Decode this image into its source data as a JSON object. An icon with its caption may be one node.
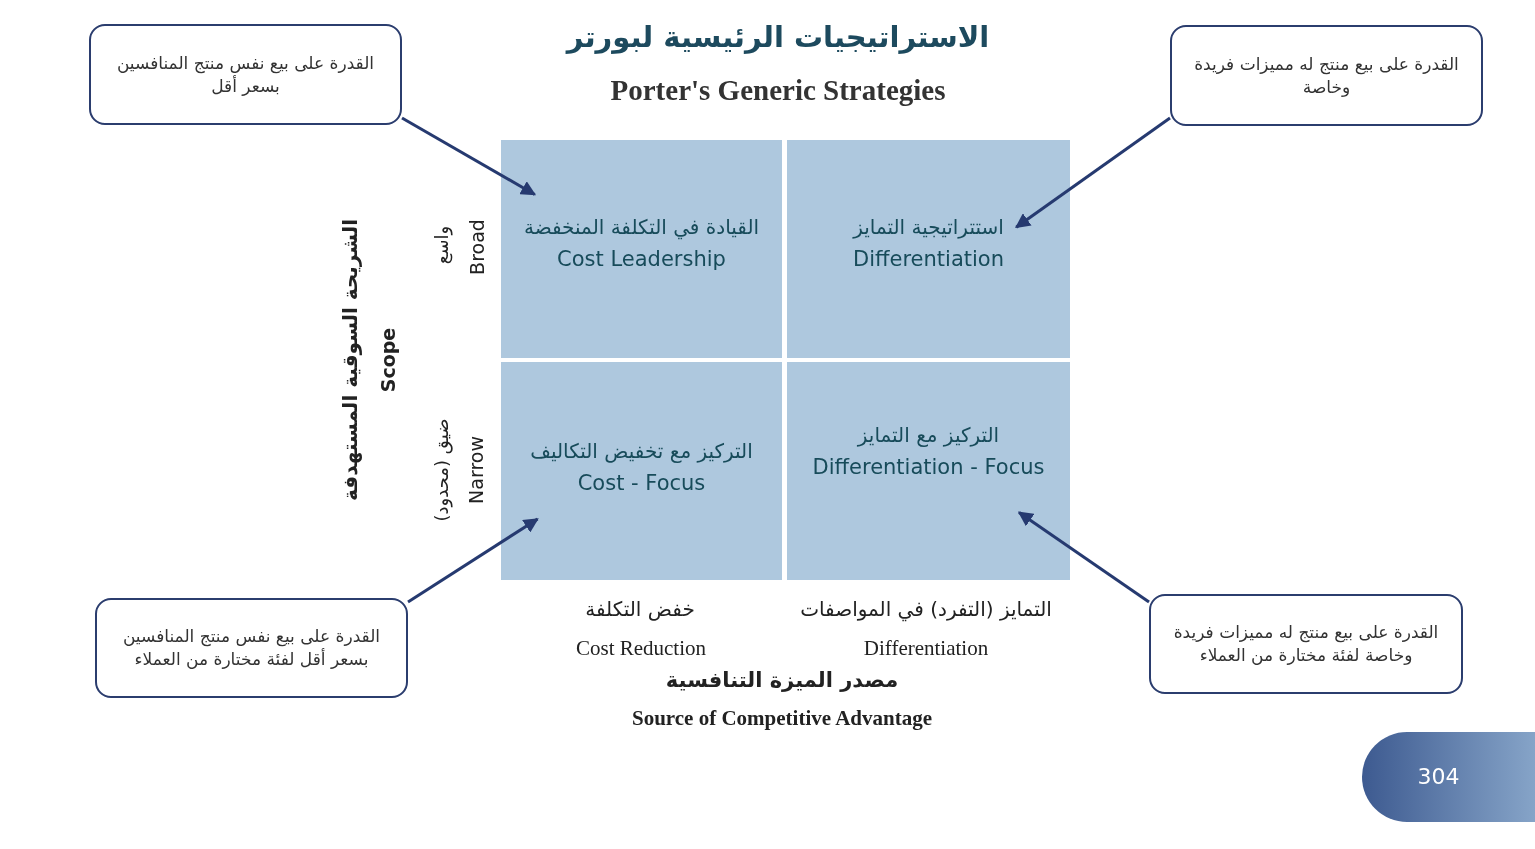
{
  "diagram": {
    "title": "الاستراتيجيات الرئيسية لبورتر",
    "nodes": [
      {
        "text": [
          "القدرة على بيع نفس منتج المنافسين بسعر أقل"
        ]
      },
      {
        "text": [
          "القدرة على بيع منتج له مميزات فريدة وخاصة"
        ]
      },
      {
        "text": [
          "القيادة في التكلفة المنخفضة",
          "Cost Leadership"
        ]
      },
      {
        "text": [
          "استتراتيجية التمايز",
          "Differentiation"
        ]
      },
      {
        "text": [
          "التركيز مع تخفيض التكاليف",
          "Cost - Focus"
        ]
      },
      {
        "text": [
          "التركيز مع التمايز",
          "Differentiation - Focus"
        ]
      },
      {
        "text": [
          "القدرة على بيع نفس منتج المنافسين بسعر أقل لفئة مختارة من العملاء"
        ]
      },
      {
        "text": [
          "القدرة على بيع منتج له مميزات فريدة وخاصة لفئة مختارة من العملاء"
        ]
      }
    ],
    "edges": [
      {
        "from": 0,
        "to": 2,
        "arrow": "to"
      },
      {
        "from": 1,
        "to": 3,
        "arrow": "to"
      },
      {
        "from": 6,
        "to": 4,
        "arrow": "to"
      },
      {
        "from": 7,
        "to": 5,
        "arrow": "to"
      }
    ],
    "labels": [
      "Porter's Generic Strategies",
      "الشريحة السوقية المستهدفة",
      "Scope",
      "واسع",
      "Broad",
      "ضيق (محدود)",
      "Narrow",
      "خفض التكلفة",
      "التمايز (التفرد) في المواصفات",
      "Cost Reduction",
      "Differentiation",
      "مصدر الميزة التنافسية",
      "Source of Competitive Advantage",
      "304"
    ]
  }
}
